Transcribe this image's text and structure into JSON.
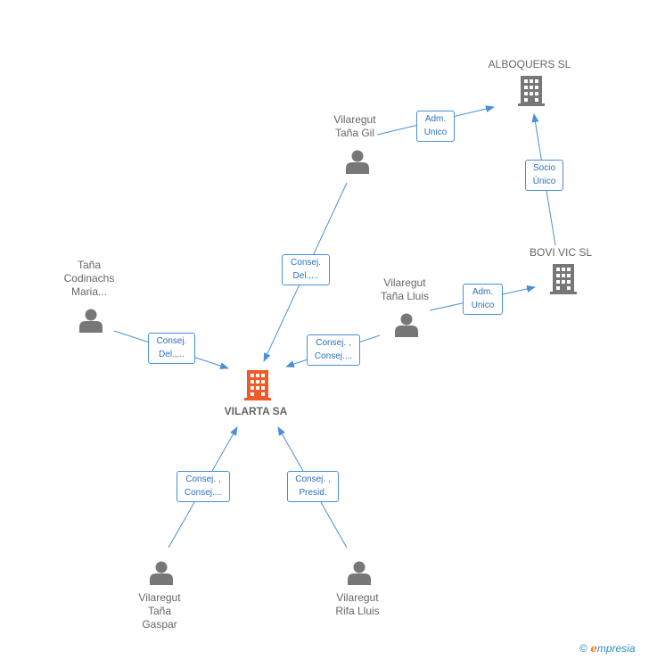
{
  "nodes": {
    "vilarta": {
      "label": "VILARTA SA",
      "kind": "company-main"
    },
    "alboquers": {
      "label": "ALBOQUERS SL",
      "kind": "company"
    },
    "bovi": {
      "label": "BOVI VIC SL",
      "kind": "company"
    },
    "gil": {
      "label": "Vilaregut\nTaña Gil",
      "kind": "person"
    },
    "lluis": {
      "label": "Vilaregut\nTaña Lluis",
      "kind": "person"
    },
    "maria": {
      "label": "Taña\nCodinachs\nMaria...",
      "kind": "person"
    },
    "gaspar": {
      "label": "Vilaregut\nTaña\nGaspar",
      "kind": "person"
    },
    "rifa": {
      "label": "Vilaregut\nRifa Lluis",
      "kind": "person"
    }
  },
  "edges": {
    "gil_alboquers": "Adm.\nUnico",
    "bovi_alboquers": "Socio\nÚnico",
    "lluis_bovi": "Adm.\nUnico",
    "gil_vilarta": "Consej.\nDel.,...",
    "lluis_vilarta": "Consej. ,\nConsej....",
    "maria_vilarta": "Consej.\nDel.,...",
    "gaspar_vilarta": "Consej. ,\nConsej....",
    "rifa_vilarta": "Consej. ,\nPresid."
  },
  "colors": {
    "edge": "#4a8fd8",
    "person": "#777777",
    "company": "#777777",
    "main_company": "#f05a28"
  },
  "footer": {
    "copyright": "©",
    "brand_first": "e",
    "brand_rest": "mpresia"
  }
}
